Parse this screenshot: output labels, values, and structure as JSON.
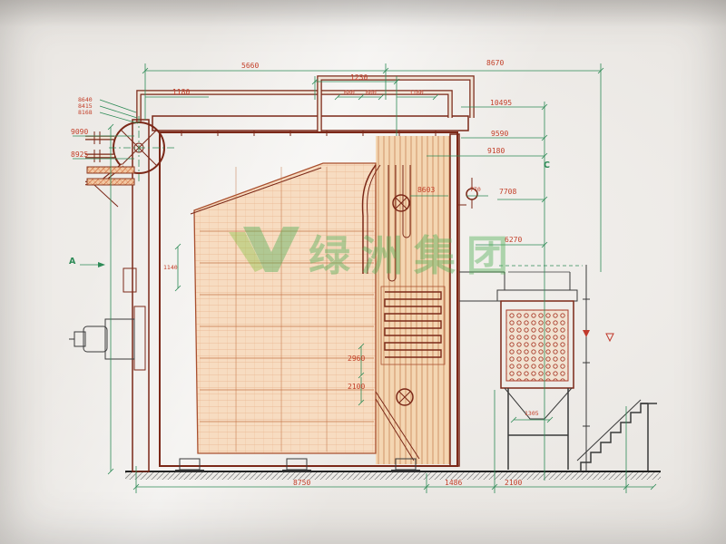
{
  "drawing": {
    "type": "boiler-cross-section-engineering-drawing",
    "labels": [
      {
        "text": "5660"
      },
      {
        "text": "8670"
      },
      {
        "text": "1230"
      },
      {
        "text": "1180"
      },
      {
        "text": "680"
      },
      {
        "text": "600"
      },
      {
        "text": "1160"
      },
      {
        "text": "10495"
      },
      {
        "text": "9590"
      },
      {
        "text": "9180"
      },
      {
        "text": "7708"
      },
      {
        "text": "6270"
      },
      {
        "text": "8603"
      },
      {
        "text": "770"
      },
      {
        "text": "8640"
      },
      {
        "text": "8415"
      },
      {
        "text": "8168"
      },
      {
        "text": "9090"
      },
      {
        "text": "8925"
      },
      {
        "text": "1140"
      },
      {
        "text": "2960"
      },
      {
        "text": "2100"
      },
      {
        "text": "1305"
      },
      {
        "text": "8750"
      },
      {
        "text": "1486"
      },
      {
        "text": "2100"
      },
      {
        "text": "A"
      },
      {
        "text": "C"
      }
    ]
  },
  "watermark": {
    "text": "绿洲集团",
    "logo": "v-swoosh-logo"
  },
  "colors": {
    "dimension_line": "#2e8b57",
    "dimension_text": "#c3402a",
    "drawing_outline": "#7b2818",
    "furnace_hatch": "#e8a06c",
    "watermark_green": "#4fae54",
    "paper": "#ece9e5"
  }
}
